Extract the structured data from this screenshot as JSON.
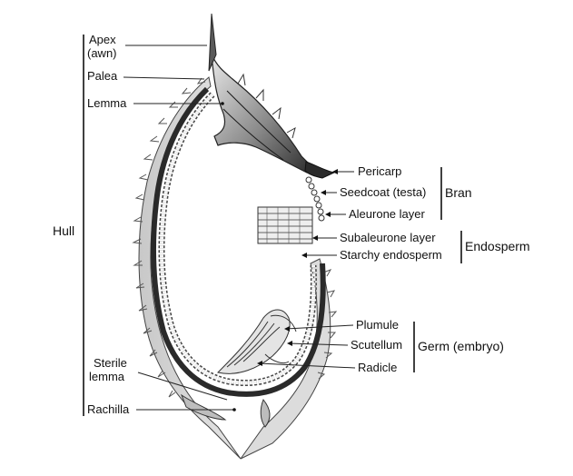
{
  "labels": {
    "apex_line1": "Apex",
    "apex_line2": "(awn)",
    "palea": "Palea",
    "lemma": "Lemma",
    "hull": "Hull",
    "sterile_line1": "Sterile",
    "sterile_line2": "lemma",
    "rachilla": "Rachilla",
    "pericarp": "Pericarp",
    "seedcoat": "Seedcoat (testa)",
    "aleurone": "Aleurone layer",
    "subaleurone": "Subaleurone layer",
    "starchy": "Starchy endosperm",
    "plumule": "Plumule",
    "scutellum": "Scutellum",
    "radicle": "Radicle"
  },
  "groups": {
    "bran": "Bran",
    "endosperm": "Endosperm",
    "germ": "Germ (embryo)"
  },
  "colors": {
    "ink": "#111111",
    "hull_fill": "#d6d6d6",
    "lemma_dark": "#3a3a3a",
    "bran_dark": "#2a2a2a",
    "cell_fill": "#f4f4f4"
  }
}
